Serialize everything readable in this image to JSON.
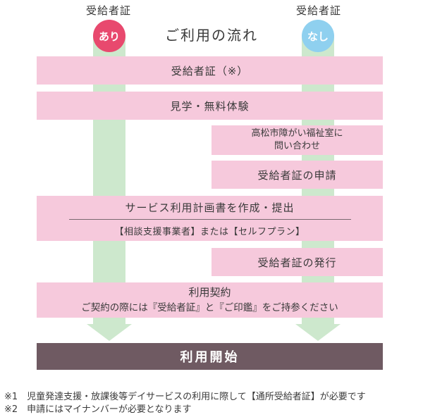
{
  "header": {
    "left_label": "受給者証",
    "right_label": "受給者証",
    "left_badge": "あり",
    "right_badge": "なし",
    "title": "ご利用の流れ"
  },
  "colors": {
    "badge_yes": "#e8496e",
    "badge_no": "#8fd0ef",
    "lane": "#cde8cd",
    "step_box": "#f6c9dc",
    "start_box": "#6f5a62"
  },
  "steps": {
    "certificate_note": "受給者証（※）",
    "tour": "見学・無料体験",
    "inquiry_line1": "高松市障がい福祉室に",
    "inquiry_line2": "問い合わせ",
    "application": "受給者証の申請",
    "service_plan": "サービス利用計画書を作成・提出",
    "service_plan_sub": "【相談支援事業者】または【セルフプラン】",
    "issuance": "受給者証の発行",
    "contract": "利用契約",
    "contract_sub": "ご契約の際には『受給者証』と『ご印鑑』をご持参ください",
    "start": "利用開始"
  },
  "notes": {
    "note1": "※1　児童発達支援・放課後等デイサービスの利用に際して【通所受給者証】が必要です",
    "note2": "※2　申請にはマイナンバーが必要となります"
  }
}
